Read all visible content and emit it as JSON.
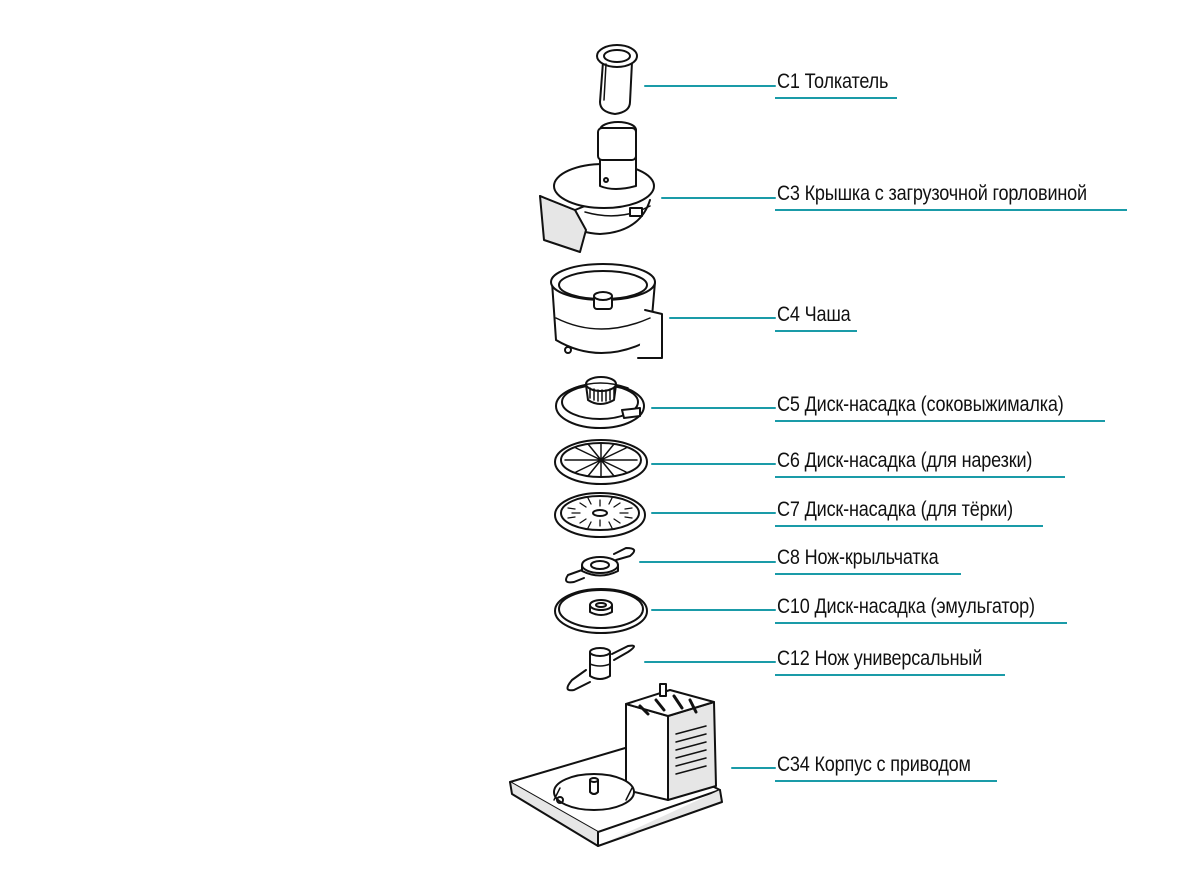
{
  "accent_color": "#1a9ba8",
  "parts": [
    {
      "code": "C1",
      "label": "C1 Толкатель",
      "icon": "pusher-part"
    },
    {
      "code": "C3",
      "label": "C3 Крышка с загрузочной горловиной",
      "icon": "lid-part"
    },
    {
      "code": "C4",
      "label": "C4 Чаша",
      "icon": "bowl-part"
    },
    {
      "code": "C5",
      "label": "C5 Диск-насадка (соковыжималка)",
      "icon": "juicer-disc-part"
    },
    {
      "code": "C6",
      "label": "C6 Диск-насадка (для нарезки)",
      "icon": "slicing-disc-part"
    },
    {
      "code": "C7",
      "label": "C7 Диск-насадка (для тёрки)",
      "icon": "grating-disc-part"
    },
    {
      "code": "C8",
      "label": "C8 Нож-крыльчатка",
      "icon": "impeller-knife-part"
    },
    {
      "code": "C10",
      "label": "C10 Диск-насадка (эмульгатор)",
      "icon": "emulsifier-disc-part"
    },
    {
      "code": "C12",
      "label": "C12 Нож универсальный",
      "icon": "universal-knife-part"
    },
    {
      "code": "C34",
      "label": "C34 Корпус с приводом",
      "icon": "motor-base-part"
    }
  ]
}
